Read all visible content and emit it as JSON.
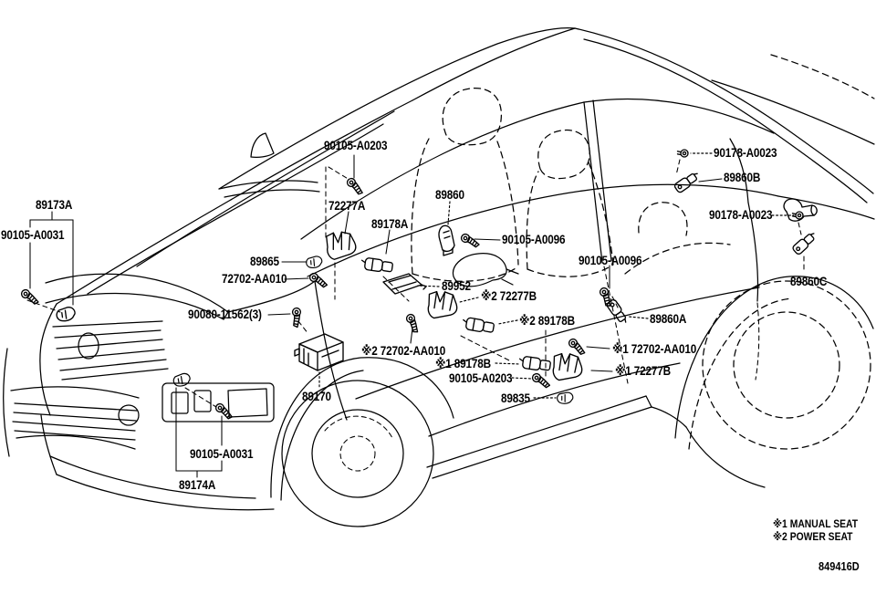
{
  "diagram": {
    "kind": "vehicle-parts-diagram",
    "subject": "airbag sensors and brackets on sedan body",
    "line_color": "#000000",
    "background_color": "#ffffff",
    "reference_mark": "※"
  },
  "labels": {
    "p90105A0203_a": {
      "text": "90105-A0203"
    },
    "p89173A": {
      "text": "89173A"
    },
    "p90105A0031_a": {
      "text": "90105-A0031"
    },
    "p72277A": {
      "text": "72277A"
    },
    "p89178A": {
      "text": "89178A"
    },
    "p89860": {
      "text": "89860"
    },
    "p90105A0096_a": {
      "text": "90105-A0096"
    },
    "p90178A0023_a": {
      "text": "90178-A0023"
    },
    "p89860B": {
      "text": "89860B"
    },
    "p90178A0023_b": {
      "text": "90178-A0023"
    },
    "p89860C": {
      "text": "89860C"
    },
    "p90105A0096_b": {
      "text": "90105-A0096"
    },
    "p89860A": {
      "text": "89860A"
    },
    "p89865": {
      "text": "89865"
    },
    "p72702AA010_a": {
      "text": "72702-AA010"
    },
    "p90080_11562": {
      "text": "90080-11562(3)"
    },
    "p89952": {
      "text": "89952"
    },
    "p72277B_2": {
      "text": "※2 72277B"
    },
    "p89178B_2": {
      "text": "※2 89178B"
    },
    "p72702AA010_2": {
      "text": "※2 72702-AA010"
    },
    "p89178B_1": {
      "text": "※1 89178B"
    },
    "p90105A0203_b": {
      "text": "90105-A0203"
    },
    "p89835": {
      "text": "89835"
    },
    "p72702AA010_1": {
      "text": "※1 72702-AA010"
    },
    "p72277B_1": {
      "text": "※1 72277B"
    },
    "p89170": {
      "text": "89170"
    },
    "p90105A0031_b": {
      "text": "90105-A0031"
    },
    "p89174A": {
      "text": "89174A"
    }
  },
  "footnotes": {
    "manual_seat": {
      "text": "※1 MANUAL SEAT"
    },
    "power_seat": {
      "text": "※2 POWER SEAT"
    }
  },
  "drawing_number": {
    "text": "849416D"
  }
}
